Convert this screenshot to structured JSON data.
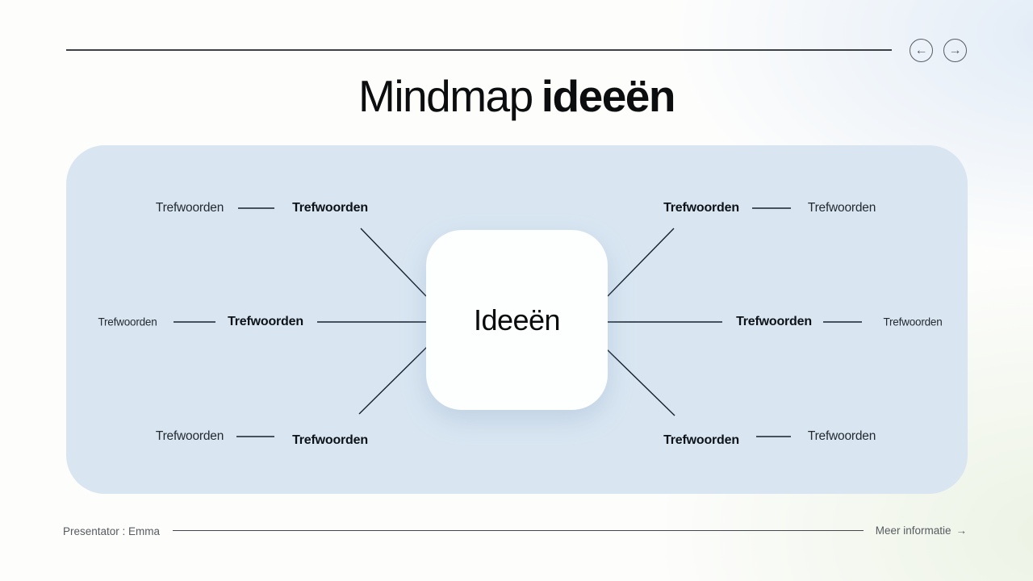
{
  "header": {
    "nav_prev": "←",
    "nav_next": "→"
  },
  "title": {
    "regular": "Mindmap",
    "bold": "ideeën"
  },
  "mindmap": {
    "center_label": "Ideeën",
    "branches": [
      {
        "position": "top-left",
        "inner": "Trefwoorden",
        "outer": "Trefwoorden"
      },
      {
        "position": "middle-left",
        "inner": "Trefwoorden",
        "outer": "Trefwoorden"
      },
      {
        "position": "bottom-left",
        "inner": "Trefwoorden",
        "outer": "Trefwoorden"
      },
      {
        "position": "top-right",
        "inner": "Trefwoorden",
        "outer": "Trefwoorden"
      },
      {
        "position": "middle-right",
        "inner": "Trefwoorden",
        "outer": "Trefwoorden"
      },
      {
        "position": "bottom-right",
        "inner": "Trefwoorden",
        "outer": "Trefwoorden"
      }
    ]
  },
  "footer": {
    "presenter": "Presentator : Emma",
    "more_info": "Meer informatie",
    "more_info_arrow": "→"
  },
  "colors": {
    "panel_background": "#d9e6f2",
    "connector_line": "#16202e",
    "title_text": "#0c0d0e",
    "muted_text": "#565b61"
  }
}
